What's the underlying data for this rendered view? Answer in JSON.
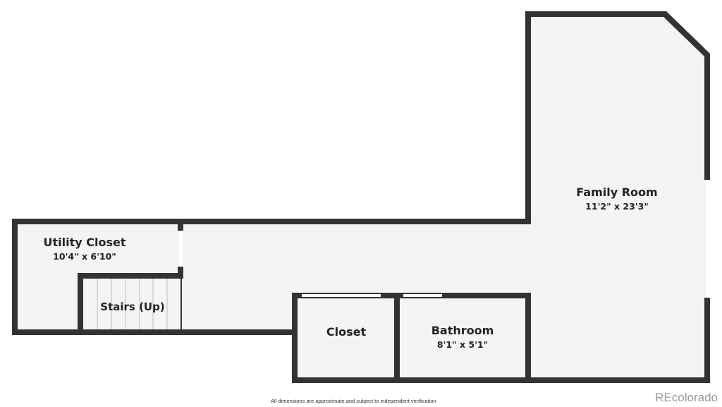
{
  "rooms": {
    "family_room": {
      "name": "Family Room",
      "dims": "11'2\" x 23'3\""
    },
    "utility_closet": {
      "name": "Utility Closet",
      "dims": "10'4\" x 6'10\""
    },
    "stairs": {
      "name": "Stairs (Up)"
    },
    "closet": {
      "name": "Closet"
    },
    "bathroom": {
      "name": "Bathroom",
      "dims": "8'1\" x 5'1\""
    }
  },
  "footer": {
    "disclaimer": "All dimensions are approximate and subject to independent verification",
    "brand": "REcolorado"
  },
  "colors": {
    "wall": "#333333",
    "floor": "#f4f4f4",
    "opening": "#ffffff"
  }
}
